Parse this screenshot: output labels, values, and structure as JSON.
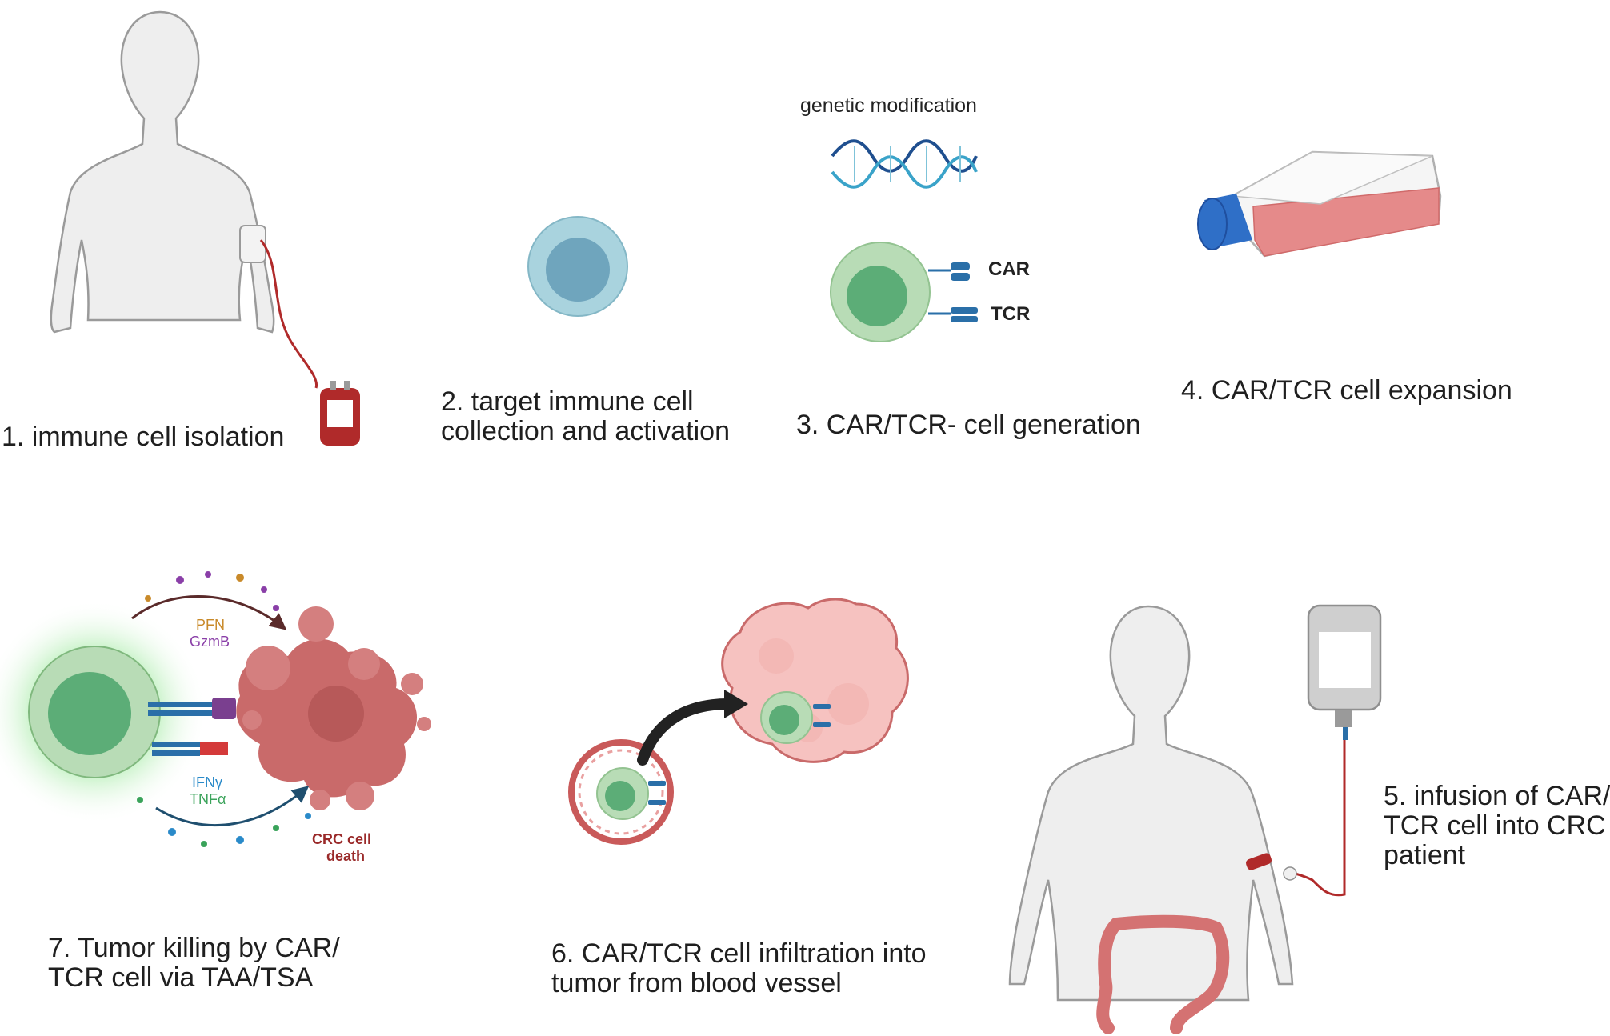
{
  "steps": {
    "s1": "1.  immune cell isolation",
    "s2_l1": "2. target immune cell",
    "s2_l2": "collection and activation",
    "s3": "3. CAR/TCR- cell generation",
    "s3_top": "genetic modification",
    "s3_car": "CAR",
    "s3_tcr": "TCR",
    "s4": "4. CAR/TCR  cell expansion",
    "s5_l1": "5. infusion of CAR/",
    "s5_l2": "TCR cell into CRC",
    "s5_l3": "patient",
    "s6_l1": "6. CAR/TCR cell infiltration into",
    "s6_l2": "tumor from blood vessel",
    "s7_l1": "7. Tumor killing by CAR/",
    "s7_l2": "TCR cell via TAA/TSA"
  },
  "killing": {
    "pfn": "PFN",
    "gzmb": "GzmB",
    "ifng": "IFNγ",
    "tnfa": "TNFα",
    "death_l1": "CRC cell",
    "death_l2": "death"
  },
  "colors": {
    "immune_cell_outer": "#a9d3de",
    "immune_cell_inner": "#6fa5bd",
    "car_t_outer": "#b8dcb6",
    "car_t_inner": "#5cad77",
    "receptor": "#2a6fa8",
    "blood": "#b02a2a",
    "tumor": "#c96a6a",
    "flask_blue": "#2f6fc7",
    "pfn_text": "#c98a2a",
    "gzmb_text": "#8a3fa8",
    "ifng_text": "#2a8ac9",
    "tnfa_text": "#3aa35a",
    "death_text": "#9a2a2a"
  }
}
